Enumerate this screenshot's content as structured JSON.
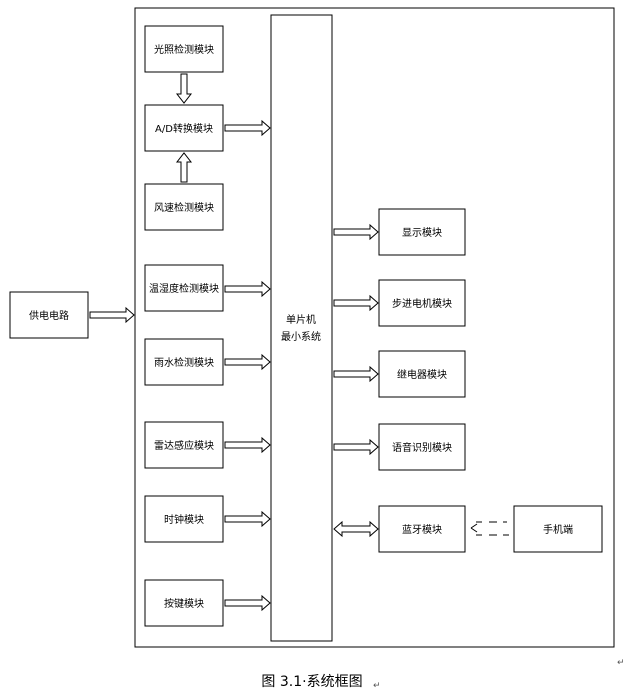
{
  "diagram": {
    "power": "供电电路",
    "left_modules": {
      "light": "光照检测模块",
      "ad": "A/D转换模块",
      "wind": "风速检测模块",
      "humidity": "温湿度检测模块",
      "rain": "雨水检测模块",
      "radar": "雷达感应模块",
      "clock": "时钟模块",
      "keys": "按键模块"
    },
    "mcu": {
      "line1": "单片机",
      "line2": "最小系统"
    },
    "right_modules": {
      "display": "显示模块",
      "stepper": "步进电机模块",
      "relay": "继电器模块",
      "voice": "语音识别模块",
      "bluetooth": "蓝牙模块"
    },
    "phone": "手机端"
  },
  "caption": "图 3.1·系统框图",
  "paragraph_marks": {
    "caption_end": "↵",
    "corner": "↵"
  }
}
